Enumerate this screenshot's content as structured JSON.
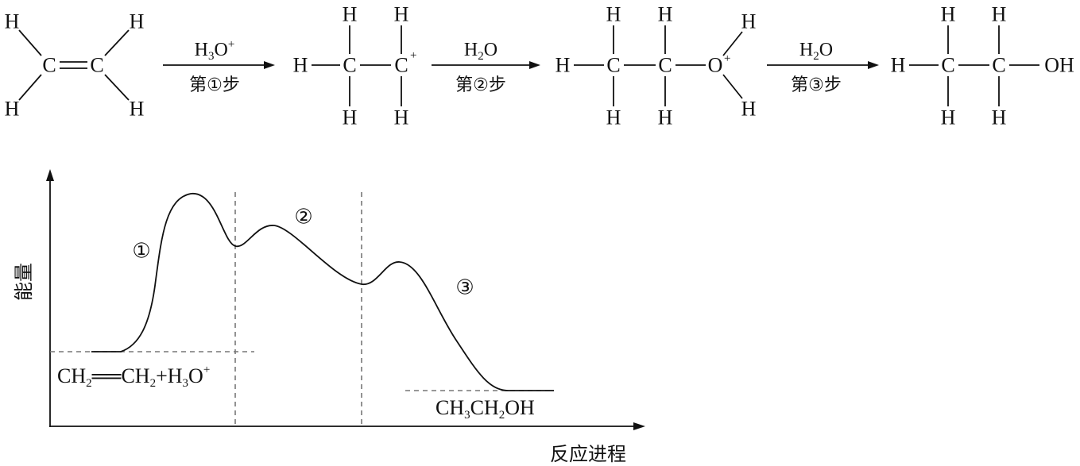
{
  "scheme": {
    "molecule1": {
      "atoms": [
        "H",
        "H",
        "C",
        "C",
        "H",
        "H"
      ]
    },
    "arrow1": {
      "reagent": "H₃O⁺",
      "reagent_main": "H",
      "reagent_sub": "3",
      "reagent_rest": "O",
      "reagent_sup": "+",
      "step": "第①步"
    },
    "molecule2": {
      "h": "H",
      "c": "C",
      "cation_sup": "+"
    },
    "arrow2": {
      "reagent_main": "H",
      "reagent_sub": "2",
      "reagent_rest": "O",
      "step": "第②步"
    },
    "molecule3": {
      "h": "H",
      "c": "C",
      "o": "O",
      "oxonium_sup": "+"
    },
    "arrow3": {
      "reagent_main": "H",
      "reagent_sub": "2",
      "reagent_rest": "O",
      "step": "第③步"
    },
    "molecule4": {
      "h": "H",
      "c": "C",
      "oh": "OH"
    }
  },
  "energy_diagram": {
    "y_axis_label": "能量",
    "x_axis_label": "反应进程",
    "step_labels": [
      "①",
      "②",
      "③"
    ],
    "reactants": {
      "p1": "CH",
      "s1": "2",
      "p2": "══CH",
      "s2": "2",
      "p3": "+H",
      "s3": "3",
      "p4": "O",
      "sup": "+"
    },
    "product": {
      "p1": "CH",
      "s1": "3",
      "p2": "CH",
      "s2": "2",
      "p3": "OH"
    }
  }
}
